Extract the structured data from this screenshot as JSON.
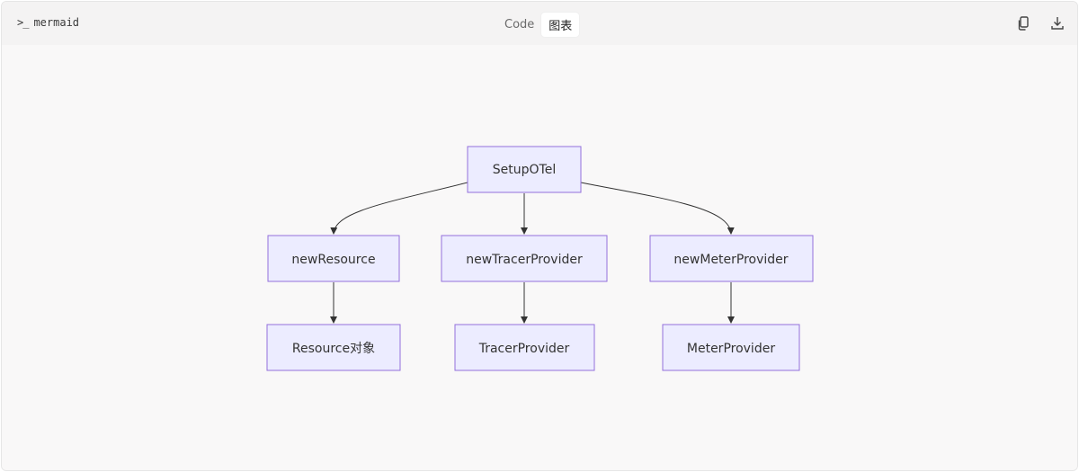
{
  "toolbar": {
    "language": "mermaid",
    "tabs": [
      {
        "label": "Code",
        "active": false
      },
      {
        "label": "图表",
        "active": true
      }
    ],
    "copy_icon": "copy-icon",
    "download_icon": "download-icon"
  },
  "diagram": {
    "type": "flowchart",
    "direction": "TD",
    "nodes": [
      {
        "id": "setup",
        "label": "SetupOTel"
      },
      {
        "id": "newResource",
        "label": "newResource"
      },
      {
        "id": "newTracer",
        "label": "newTracerProvider"
      },
      {
        "id": "newMeter",
        "label": "newMeterProvider"
      },
      {
        "id": "resource",
        "label": "Resource对象"
      },
      {
        "id": "tracer",
        "label": "TracerProvider"
      },
      {
        "id": "meter",
        "label": "MeterProvider"
      }
    ],
    "edges": [
      {
        "from": "setup",
        "to": "newResource"
      },
      {
        "from": "setup",
        "to": "newTracer"
      },
      {
        "from": "setup",
        "to": "newMeter"
      },
      {
        "from": "newResource",
        "to": "resource"
      },
      {
        "from": "newTracer",
        "to": "tracer"
      },
      {
        "from": "newMeter",
        "to": "meter"
      }
    ],
    "colors": {
      "node_fill": "#ececff",
      "node_stroke": "#9370db",
      "edge": "#333333",
      "text": "#333333"
    }
  }
}
